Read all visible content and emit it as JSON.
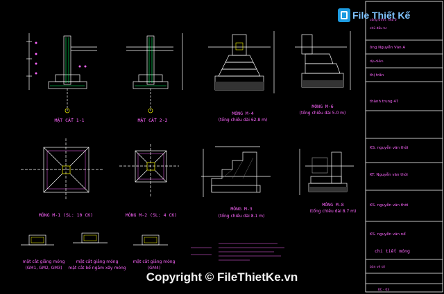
{
  "watermark": {
    "brand": "File Thiết Kế",
    "copyright": "Copyright © FileThietKe.vn"
  },
  "drawings": {
    "row1": [
      {
        "title": "MẶT CẮT 1-1",
        "subtitle": ""
      },
      {
        "title": "MẶT CẮT 2-2",
        "subtitle": ""
      },
      {
        "title": "MÓNG M-4",
        "subtitle": "(tổng chiều dài 62.8 m)"
      },
      {
        "title": "MÓNG M-6",
        "subtitle": "(tổng chiều dài 5.0 m)"
      }
    ],
    "row2": [
      {
        "title": "MÓNG M-1 (SL: 10 CK)",
        "subtitle": ""
      },
      {
        "title": "MÓNG M-2 (SL: 4 CK)",
        "subtitle": ""
      },
      {
        "title": "MÓNG M-3",
        "subtitle": "(tổng chiều dài 8.1 m)"
      },
      {
        "title": "MÓNG M-8",
        "subtitle": "(tổng chiều dài 8.7 m)"
      }
    ],
    "row3": [
      {
        "title": "mặt cắt giằng móng",
        "subtitle": "(GM1, GM2, GM3)"
      },
      {
        "title": "mặt cắt giằng móng",
        "subtitle": "mặt cắt bể ngầm xây móng"
      },
      {
        "title": "mặt cắt giằng móng",
        "subtitle": "(GM4)"
      }
    ]
  },
  "title_block": {
    "rows": [
      "công trình: nhà ở",
      "chủ đầu tư",
      "ông Nguyễn Văn A",
      "địa điểm",
      "thị trấn",
      "thành trung 47",
      "KS. nguyễn văn thời",
      "KT. Nguyễn văn thời",
      "KS. nguyễn văn thời",
      "KS. nguyễn văn nể",
      "chi tiết móng",
      "bản vẽ số",
      "KC - 03"
    ]
  },
  "colors": {
    "background": "#000000",
    "linework": "#ffffff",
    "text": "#ff66ff",
    "accent": "#00ff66",
    "brand": "#1d9be0"
  }
}
